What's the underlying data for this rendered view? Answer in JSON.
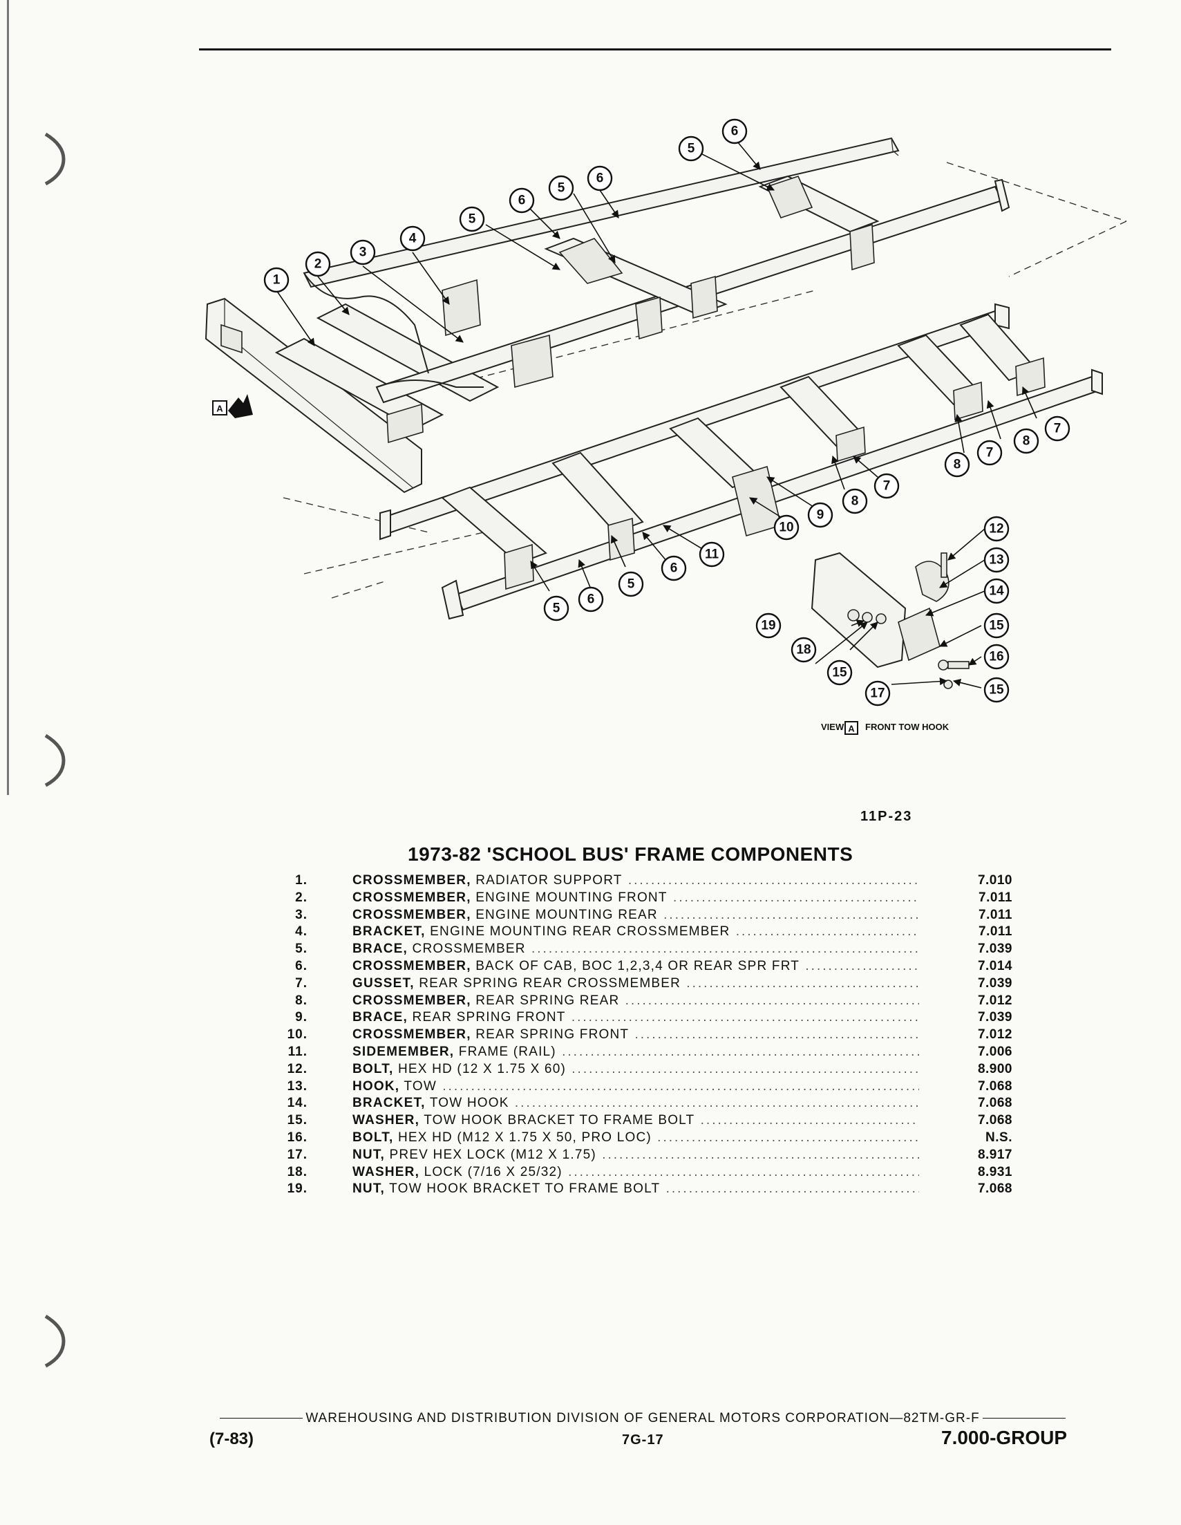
{
  "figure": {
    "callouts": [
      "1",
      "2",
      "3",
      "4",
      "5",
      "6",
      "7",
      "8",
      "9",
      "10",
      "11",
      "12",
      "13",
      "14",
      "15",
      "16",
      "17",
      "18",
      "19"
    ],
    "view_marker": "A",
    "view_label_prefix": "VIEW",
    "view_label_suffix": "FRONT TOW HOOK",
    "code": "11P-23"
  },
  "parts": {
    "title": "1973-82 'SCHOOL BUS' FRAME COMPONENTS",
    "items": [
      {
        "num": "1.",
        "name": "CROSSMEMBER,",
        "detail": "RADIATOR SUPPORT",
        "group": "7.010"
      },
      {
        "num": "2.",
        "name": "CROSSMEMBER,",
        "detail": "ENGINE MOUNTING FRONT",
        "group": "7.011"
      },
      {
        "num": "3.",
        "name": "CROSSMEMBER,",
        "detail": "ENGINE MOUNTING REAR",
        "group": "7.011"
      },
      {
        "num": "4.",
        "name": "BRACKET,",
        "detail": "ENGINE MOUNTING REAR CROSSMEMBER",
        "group": "7.011"
      },
      {
        "num": "5.",
        "name": "BRACE,",
        "detail": "CROSSMEMBER",
        "group": "7.039"
      },
      {
        "num": "6.",
        "name": "CROSSMEMBER,",
        "detail": "BACK OF CAB, BOC 1,2,3,4 OR REAR SPR FRT",
        "group": "7.014"
      },
      {
        "num": "7.",
        "name": "GUSSET,",
        "detail": "REAR SPRING REAR CROSSMEMBER",
        "group": "7.039"
      },
      {
        "num": "8.",
        "name": "CROSSMEMBER,",
        "detail": "REAR SPRING REAR",
        "group": "7.012"
      },
      {
        "num": "9.",
        "name": "BRACE,",
        "detail": "REAR SPRING FRONT",
        "group": "7.039"
      },
      {
        "num": "10.",
        "name": "CROSSMEMBER,",
        "detail": "REAR SPRING FRONT",
        "group": "7.012"
      },
      {
        "num": "11.",
        "name": "SIDEMEMBER,",
        "detail": "FRAME (RAIL)",
        "group": "7.006"
      },
      {
        "num": "12.",
        "name": "BOLT,",
        "detail": "HEX HD (12 X 1.75 X 60)",
        "group": "8.900"
      },
      {
        "num": "13.",
        "name": "HOOK,",
        "detail": "TOW",
        "group": "7.068"
      },
      {
        "num": "14.",
        "name": "BRACKET,",
        "detail": "TOW HOOK",
        "group": "7.068"
      },
      {
        "num": "15.",
        "name": "WASHER,",
        "detail": "TOW HOOK BRACKET TO FRAME BOLT",
        "group": "7.068"
      },
      {
        "num": "16.",
        "name": "BOLT,",
        "detail": "HEX HD (M12 X 1.75 X 50, PRO LOC)",
        "group": "N.S."
      },
      {
        "num": "17.",
        "name": "NUT,",
        "detail": "PREV HEX LOCK (M12 X 1.75)",
        "group": "8.917"
      },
      {
        "num": "18.",
        "name": "WASHER,",
        "detail": "LOCK (7/16 X 25/32)",
        "group": "8.931"
      },
      {
        "num": "19.",
        "name": "NUT,",
        "detail": "TOW HOOK BRACKET TO FRAME BOLT",
        "group": "7.068"
      }
    ]
  },
  "footer": {
    "publisher": "WAREHOUSING AND DISTRIBUTION  DIVISION OF GENERAL MOTORS CORPORATION—82TM-GR-F",
    "revision": "(7-83)",
    "page": "7G-17",
    "group": "7.000-GROUP"
  }
}
